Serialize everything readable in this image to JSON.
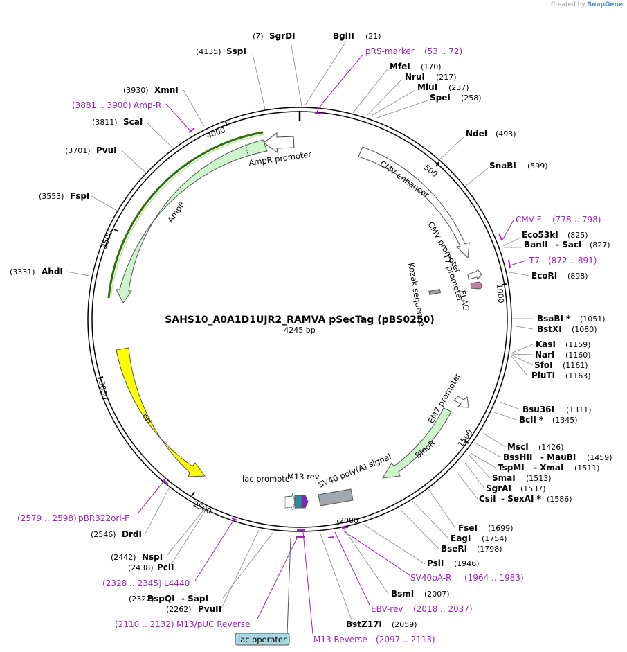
{
  "credit": {
    "prefix": "Created by",
    "brand": "SnapGene"
  },
  "plasmid": {
    "name": "SAHS10_A0A1D1UJR2_RAMVA pSecTag (pBS0250)",
    "length_label": "4245 bp"
  },
  "ticks": [
    "500",
    "1000",
    "1500",
    "2000",
    "2500",
    "3000",
    "3500",
    "4000"
  ],
  "enzymes": [
    {
      "name": "SgrDI",
      "pos": "(7)"
    },
    {
      "name": "BglII",
      "pos": "(21)"
    },
    {
      "name": "MfeI",
      "pos": "(170)"
    },
    {
      "name": "NruI",
      "pos": "(217)"
    },
    {
      "name": "MluI",
      "pos": "(237)"
    },
    {
      "name": "SpeI",
      "pos": "(258)"
    },
    {
      "name": "NdeI",
      "pos": "(493)"
    },
    {
      "name": "SnaBI",
      "pos": "(599)"
    },
    {
      "name": "Eco53kI",
      "pos": "(825)"
    },
    {
      "name": "BanII",
      "pos": ""
    },
    {
      "name": "- SacI",
      "pos": "(827)"
    },
    {
      "name": "EcoRI",
      "pos": "(898)"
    },
    {
      "name": "BsaBI *",
      "pos": "(1051)"
    },
    {
      "name": "BstXI",
      "pos": "(1080)"
    },
    {
      "name": "KasI",
      "pos": "(1159)"
    },
    {
      "name": "NarI",
      "pos": "(1160)"
    },
    {
      "name": "SfoI",
      "pos": "(1161)"
    },
    {
      "name": "PluTI",
      "pos": "(1163)"
    },
    {
      "name": "Bsu36I",
      "pos": "(1311)"
    },
    {
      "name": "BclI *",
      "pos": "(1345)"
    },
    {
      "name": "MscI",
      "pos": "(1426)"
    },
    {
      "name": "BssHII",
      "pos": ""
    },
    {
      "name": "- MauBI",
      "pos": "(1459)"
    },
    {
      "name": "TspMI",
      "pos": ""
    },
    {
      "name": "- XmaI",
      "pos": "(1511)"
    },
    {
      "name": "SmaI",
      "pos": "(1513)"
    },
    {
      "name": "SgrAI",
      "pos": "(1537)"
    },
    {
      "name": "CsiI",
      "pos": ""
    },
    {
      "name": "- SexAI *",
      "pos": "(1586)"
    },
    {
      "name": "FseI",
      "pos": "(1699)"
    },
    {
      "name": "EagI",
      "pos": "(1754)"
    },
    {
      "name": "BseRI",
      "pos": "(1798)"
    },
    {
      "name": "PsiI",
      "pos": "(1946)"
    },
    {
      "name": "BsmI",
      "pos": "(2007)"
    },
    {
      "name": "BstZ17I",
      "pos": "(2059)"
    },
    {
      "name": "BspQI",
      "pos": "(2322)"
    },
    {
      "name": "- SapI",
      "pos": ""
    },
    {
      "name": "PvuII",
      "pos": "(2262)"
    },
    {
      "name": "PciI",
      "pos": "(2438)"
    },
    {
      "name": "NspI",
      "pos": "(2442)"
    },
    {
      "name": "DrdI",
      "pos": "(2546)"
    },
    {
      "name": "AhdI",
      "pos": "(3331)"
    },
    {
      "name": "FspI",
      "pos": "(3553)"
    },
    {
      "name": "PvuI",
      "pos": "(3701)"
    },
    {
      "name": "ScaI",
      "pos": "(3811)"
    },
    {
      "name": "XmnI",
      "pos": "(3930)"
    },
    {
      "name": "SspI",
      "pos": "(4135)"
    }
  ],
  "primers": [
    {
      "name": "pRS-marker",
      "range": "(53 .. 72)"
    },
    {
      "name": "CMV-F",
      "range": "(778 .. 798)"
    },
    {
      "name": "T7",
      "range": "(872 .. 891)"
    },
    {
      "name": "SV40pA-R",
      "range": "(1964 .. 1983)"
    },
    {
      "name": "EBV-rev",
      "range": "(2018 .. 2037)"
    },
    {
      "name": "M13 Reverse",
      "range": "(2097 .. 2113)"
    },
    {
      "name": "M13/pUC Reverse",
      "range": "(2110 .. 2132)"
    },
    {
      "name": "L4440",
      "range": "(2328 .. 2345)"
    },
    {
      "name": "pBR322ori-F",
      "range": "(2579 .. 2598)"
    },
    {
      "name": "Amp-R",
      "range": "(3881 .. 3900)"
    }
  ],
  "features": [
    {
      "name": "AmpR promoter",
      "color": "#ffffff"
    },
    {
      "name": "AmpR",
      "color": "#ccf5cc"
    },
    {
      "name": "CMV enhancer",
      "color": "#ffffff"
    },
    {
      "name": "CMV promoter",
      "color": "#ffffff"
    },
    {
      "name": "T7 promoter",
      "color": "#ffffff"
    },
    {
      "name": "FLAG",
      "color": "#c080a0"
    },
    {
      "name": "Kozak sequence",
      "color": "#a0a0a0"
    },
    {
      "name": "EM7 promoter",
      "color": "#ffffff"
    },
    {
      "name": "BleoR",
      "color": "#ccf5cc"
    },
    {
      "name": "SV40 poly(A) signal",
      "color": "#a0a8b0"
    },
    {
      "name": "ori",
      "color": "#ffff00"
    },
    {
      "name": "lac promoter",
      "color": "#ffffff"
    },
    {
      "name": "M13 rev",
      "color": "#8020d0"
    },
    {
      "name": "lac operator",
      "color": "#a8d8e0"
    }
  ],
  "colors": {
    "primer": "#a020c0",
    "backbone": "#000000",
    "highlight": "#2d6e10"
  }
}
